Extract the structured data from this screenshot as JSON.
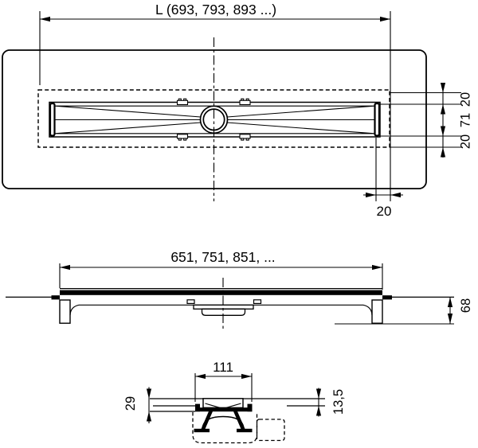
{
  "views": {
    "plan": {
      "length": "L (693, 793, 893 ...)",
      "edge_top": "20",
      "channel_width": "71",
      "edge_bottom": "20",
      "end_offset": "20"
    },
    "side": {
      "channel_length": "651, 751, 851, ...",
      "height": "68"
    },
    "section": {
      "flange_width": "111",
      "frame_height": "29",
      "recess_depth": "13,5"
    },
    "colors": {
      "line": "#000000",
      "background": "#ffffff"
    }
  }
}
